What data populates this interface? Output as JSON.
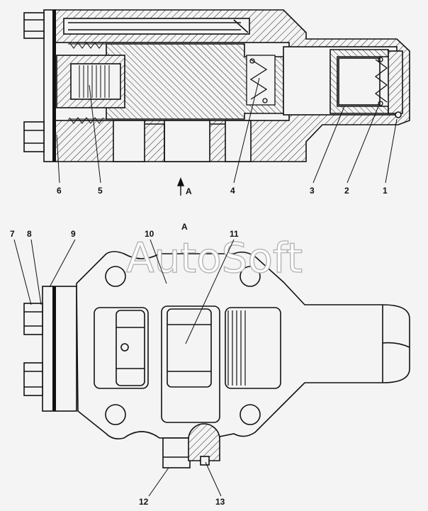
{
  "section_a_label": "A",
  "view_a_title": "A",
  "watermark": "AutoSoft",
  "callouts": {
    "c1": "1",
    "c2": "2",
    "c3": "3",
    "c4": "4",
    "c5": "5",
    "c6": "6",
    "c7": "7",
    "c8": "8",
    "c9": "9",
    "c10": "10",
    "c11": "11",
    "c12": "12",
    "c13": "13"
  },
  "colors": {
    "background": "#f4f4f4",
    "line": "#111111",
    "watermark_stroke": "#b8b8b8"
  }
}
